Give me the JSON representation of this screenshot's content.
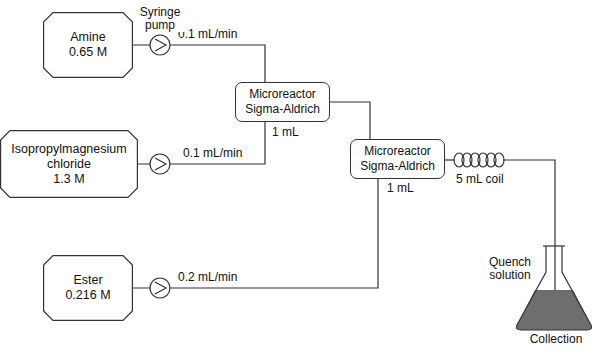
{
  "diagram": {
    "nodes": [
      {
        "text": [
          "Amine",
          "0.65 M"
        ]
      },
      {
        "text": [
          "Isopropylmagnesium chloride",
          "1.3 M"
        ]
      },
      {
        "text": [
          "Ester",
          "0.216 M"
        ]
      },
      {
        "text": [
          "Microreactor Sigma-Aldrich"
        ]
      },
      {
        "text": [
          "Microreactor Sigma-Aldrich"
        ]
      }
    ],
    "edges": [
      {
        "from": 0,
        "to": 3,
        "arrow": "none",
        "label": "0.1 mL/min"
      },
      {
        "from": 1,
        "to": 3,
        "arrow": "none",
        "label": "0.1 mL/min"
      },
      {
        "from": 3,
        "to": 4,
        "arrow": "none"
      },
      {
        "from": 2,
        "to": 4,
        "arrow": "none",
        "label": "0.2 mL/min"
      }
    ],
    "labels": [
      "Syringe pump",
      "1 mL",
      "1 mL",
      "5 mL coil",
      "Quench solution",
      "Collection"
    ]
  }
}
